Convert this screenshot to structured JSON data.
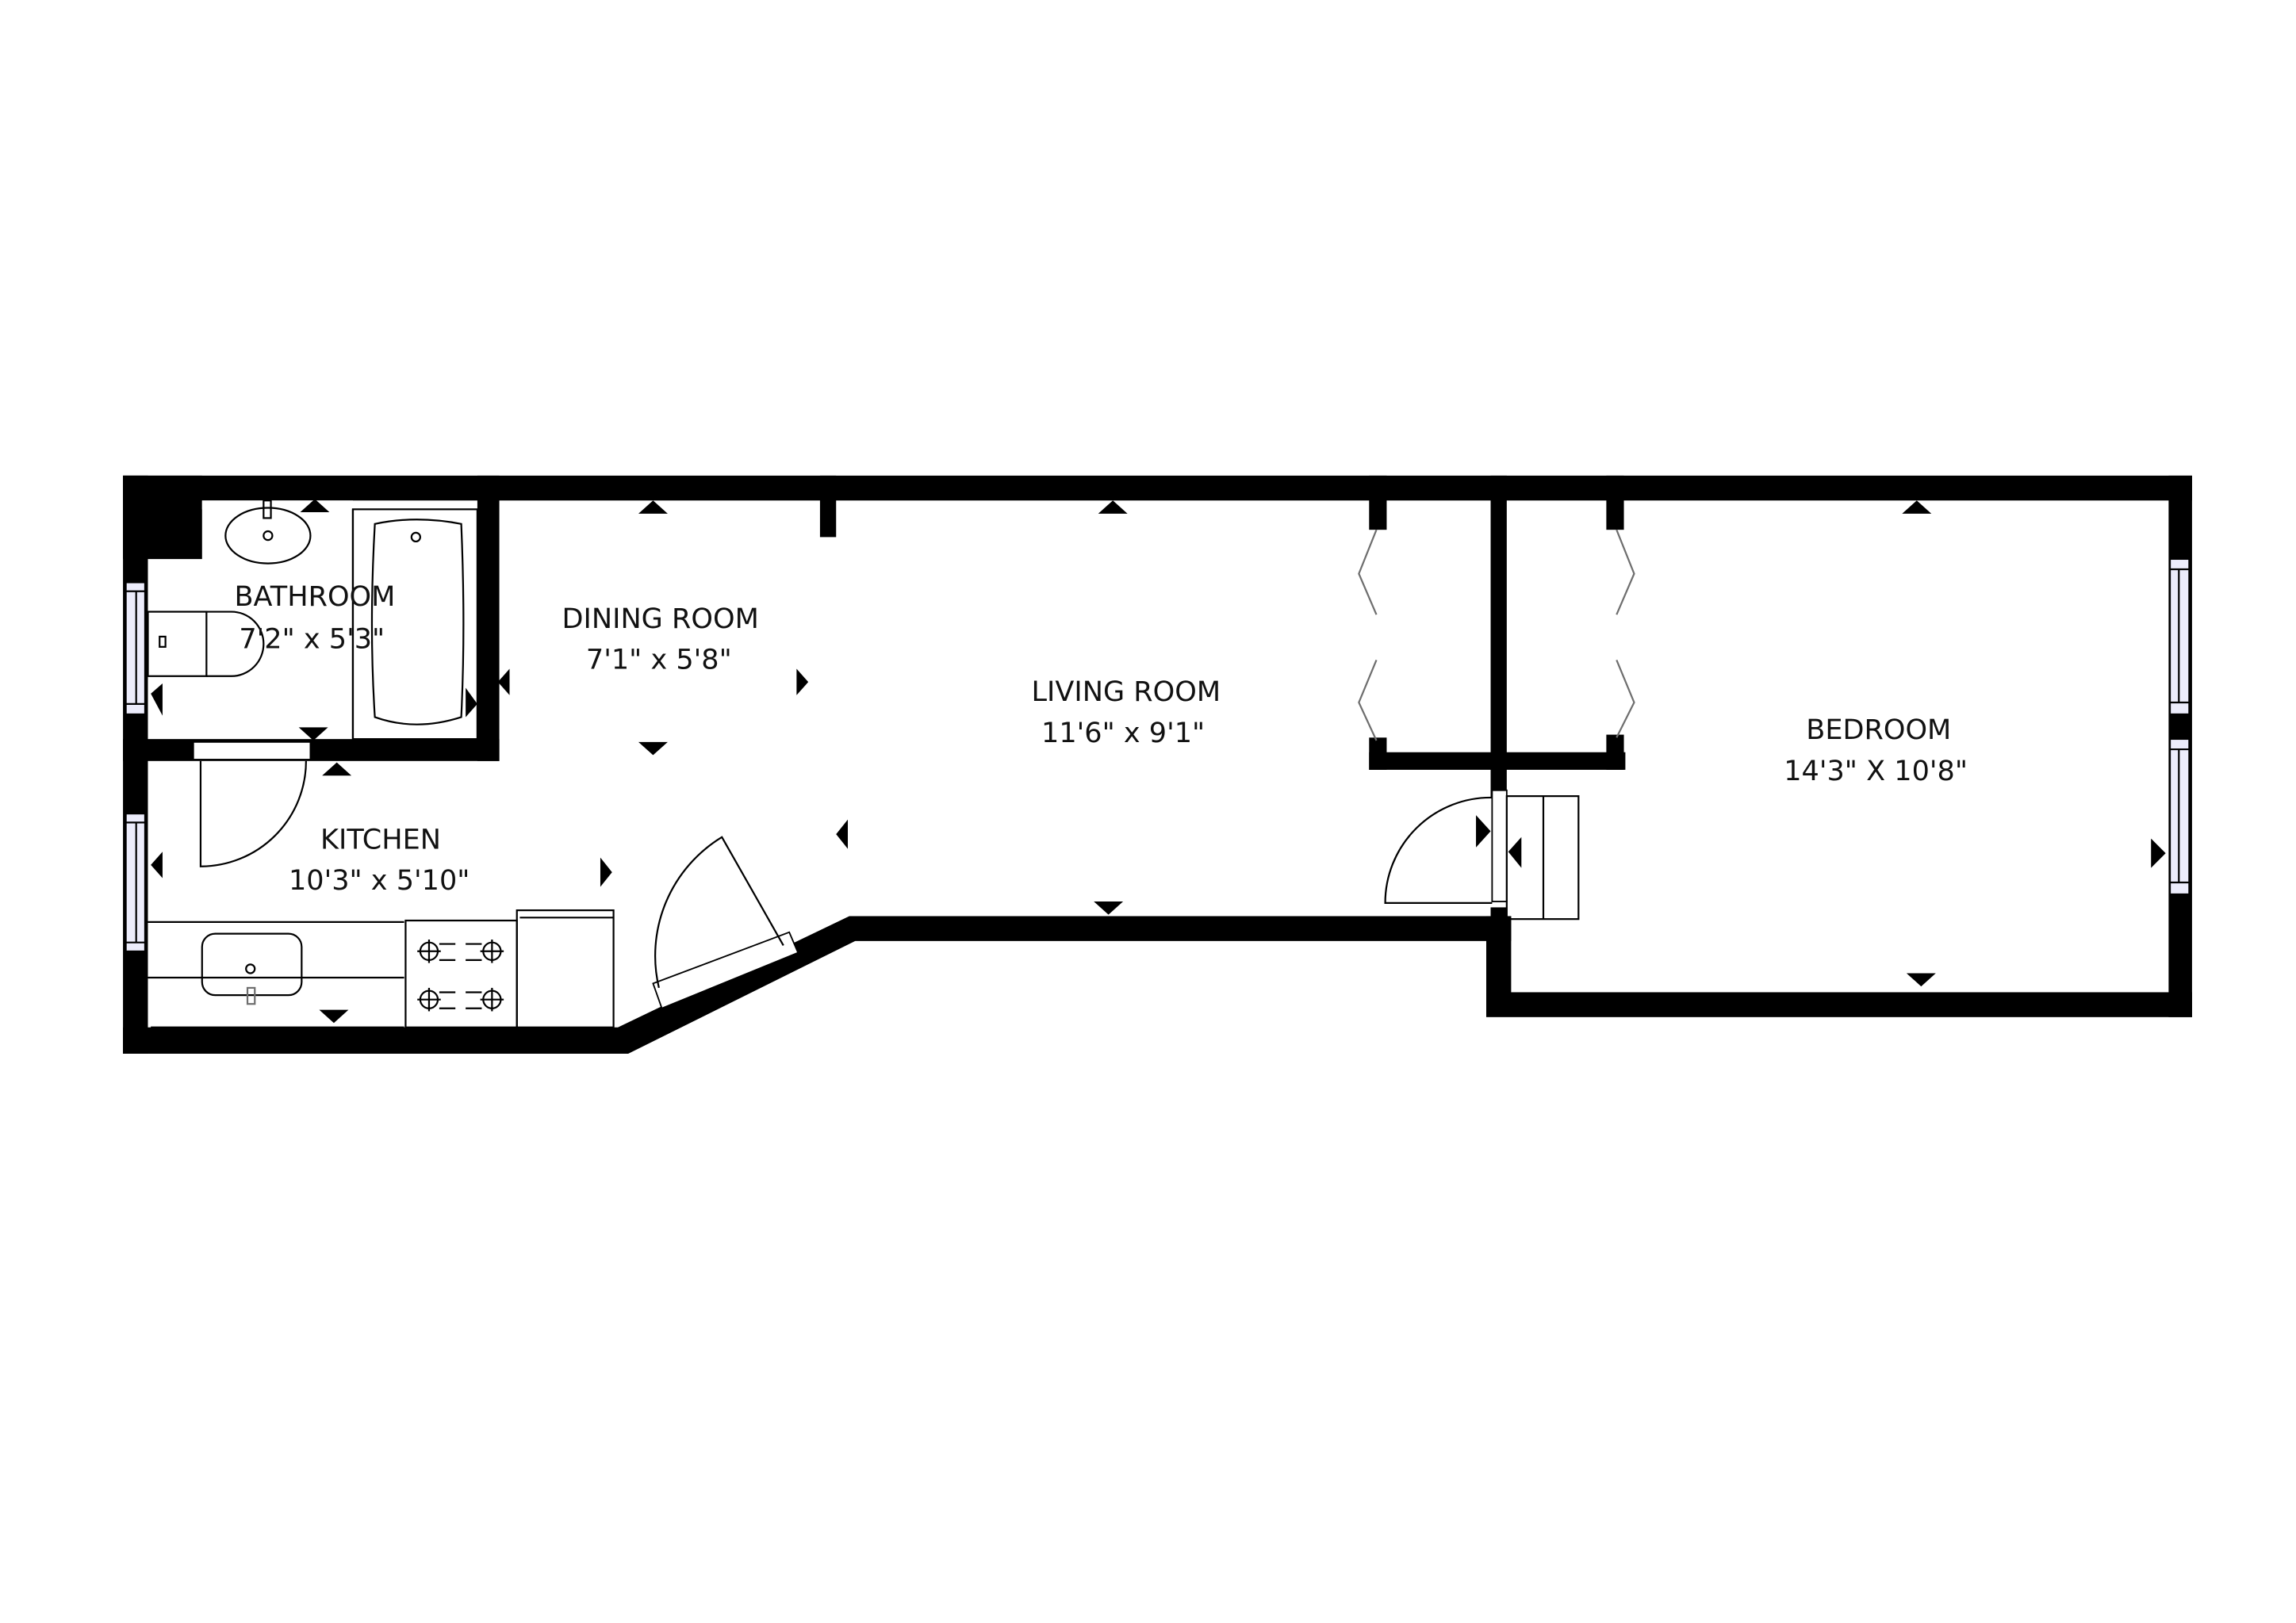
{
  "floor_plan": {
    "title": "",
    "colors": {
      "wall": "#000000",
      "window_fill": "#ececfb",
      "background": "#ffffff",
      "fixture_line": "#000000",
      "closet_door_line": "#6e6e6e"
    },
    "rooms": [
      {
        "id": "bathroom",
        "name": "BATHROOM",
        "dimensions": "7'2\" x 5'3\""
      },
      {
        "id": "dining-room",
        "name": "DINING ROOM",
        "dimensions": "7'1\" x 5'8\""
      },
      {
        "id": "living-room",
        "name": "LIVING ROOM",
        "dimensions": "11'6\" x 9'1\""
      },
      {
        "id": "kitchen",
        "name": "KITCHEN",
        "dimensions": "10'3\" x 5'10\""
      },
      {
        "id": "bedroom",
        "name": "BEDROOM",
        "dimensions": "14'3\" X 10'8\""
      }
    ],
    "fixtures": [
      "bathroom-sink",
      "toilet",
      "bathtub",
      "kitchen-sink",
      "stove-4-burner",
      "refrigerator",
      "entry-door",
      "bathroom-door",
      "bedroom-door",
      "closet-bifold-doors",
      "windows"
    ],
    "window_count": 4
  }
}
